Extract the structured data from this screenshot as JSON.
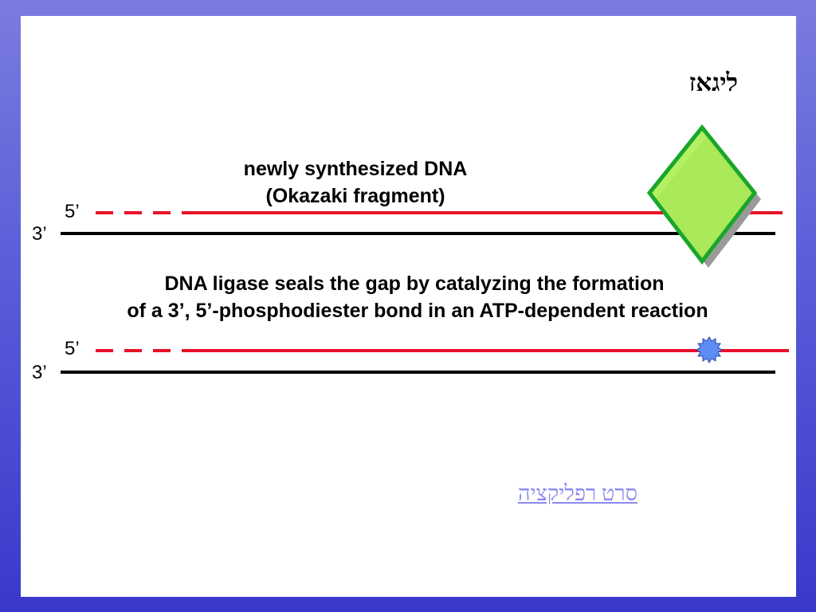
{
  "title": "ליגאז",
  "labels": {
    "top_caption_line1": "newly synthesized DNA",
    "top_caption_line2": "(Okazaki fragment)",
    "middle_caption_line1": "DNA ligase seals the gap by catalyzing the formation",
    "middle_caption_line2": "of a 3’, 5’-phosphodiester bond in an ATP-dependent reaction",
    "strand_5_prime": "5’",
    "strand_3_prime": "3’"
  },
  "link": {
    "text": "סרט רפליקציה"
  },
  "colors": {
    "new_strand": "#e8102a",
    "template_strand": "#000000",
    "ligase_fill": "#aaf055",
    "ligase_border": "#1aa62a",
    "ligase_shadow": "#9a9a9a",
    "bond_dot": "#5c8cf4",
    "link": "#8a8af0"
  },
  "icons": {
    "ligase": "green-diamond-enzyme-icon",
    "bond": "blue-phosphodiester-bond-dot-icon"
  }
}
